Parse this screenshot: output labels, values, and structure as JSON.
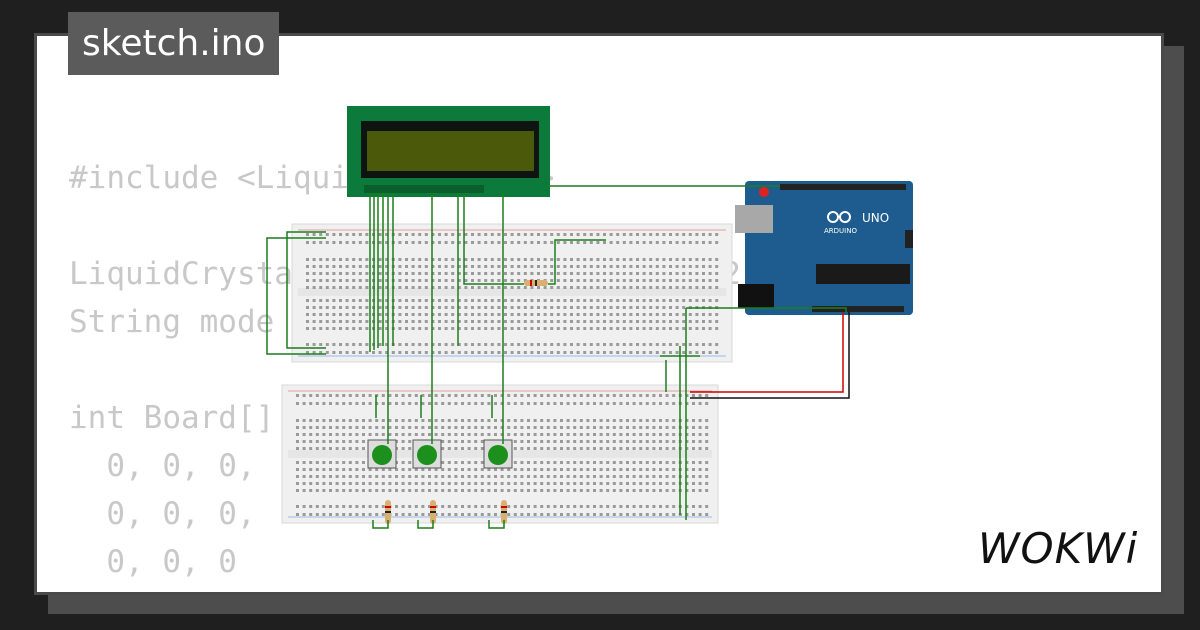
{
  "tab": {
    "title": "sketch.ino"
  },
  "code_lines": [
    "#include <LiquidCrystal.h>",
    "",
    "LiquidCrystal lcd(12, 11, 5, 4, 3, 2);",
    "String mode",
    "",
    "int Board[] = {",
    "  0, 0, 0,",
    "  0, 0, 0,",
    "  0, 0, 0",
    "};"
  ],
  "arduino": {
    "model": "UNO",
    "brand": "ARDUINO"
  },
  "logo": {
    "text": "WOKWi"
  },
  "colors": {
    "wire_green": "#1a7f1a",
    "wire_red": "#d00000",
    "board_blue": "#1e5c8f",
    "lcd_green": "#0c7a3a"
  },
  "icons": [
    "push-button-icon",
    "resistor-icon",
    "breadboard-icon",
    "lcd-icon",
    "arduino-board-icon"
  ]
}
